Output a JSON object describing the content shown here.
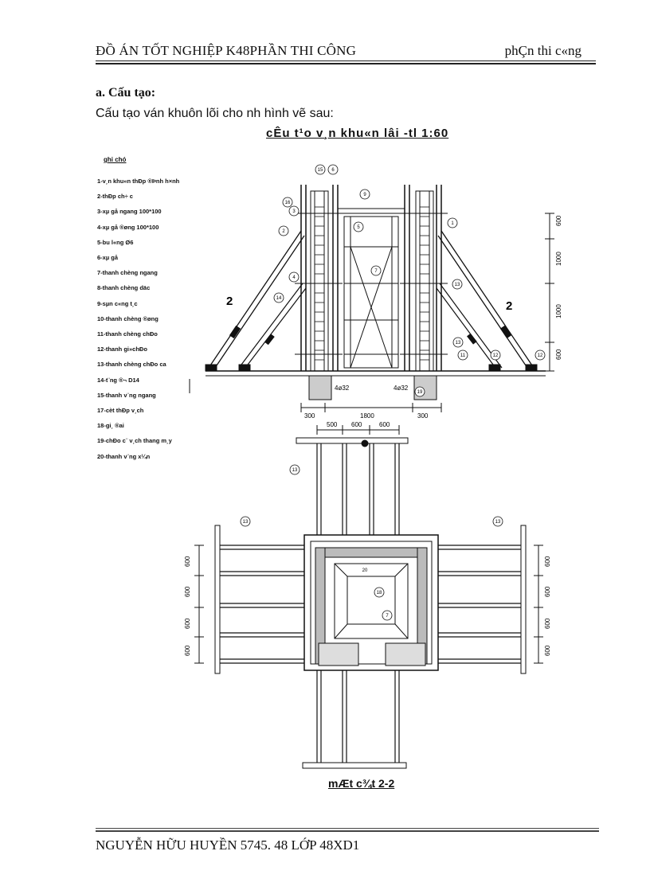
{
  "header": {
    "left": "ĐỒ ÁN TỐT NGHIỆP K48PHẦN THI CÔNG",
    "right": "phÇn thi c«ng"
  },
  "section_heading": "a. Cấu tạo:",
  "intro_text": "Cấu tạo ván khuôn lõi cho nh  hình vẽ sau:",
  "drawing": {
    "title": "cÊu t¹o v¸n khu«n lâi -tl 1:60",
    "legend_heading": "ghi chó",
    "legend": [
      "1-v¸n khu«n thÐp ®Þnh h×nh",
      "2-thÐp ch÷ c",
      "3-xµ gå ngang 100*100",
      "4-xµ gå ®øng 100*100",
      "5-bu l«ng Ø6",
      "6-xµ gå",
      "7-thanh chèng ngang",
      "8-thanh chèng däc",
      "9-sµn c«ng t¸c",
      "10-thanh chèng ®øng",
      "11-thanh chèng chÐo",
      "12-thanh gi»chÐo",
      "13-thanh chèng chÐo ca",
      "14-t¨ng ®¬ D14",
      "15-thanh v¨ng ngang",
      "17-cèt thÐp v¸ch",
      "18-gi¸ ®ai",
      "19-chÐo c¨ v¸ch thang m¸y",
      "20-thanh v¨ng x¼n"
    ],
    "section_marks": [
      "2",
      "2"
    ],
    "elevation_dims": [
      "600",
      "1000",
      "1000",
      "600"
    ],
    "base_dims": [
      "300",
      "1800",
      "300"
    ],
    "bar_notes": [
      "4ø32",
      "4ø32"
    ],
    "plan_top_dims": [
      "500",
      "600",
      "600"
    ],
    "plan_left_dims": [
      "600",
      "600",
      "600",
      "600"
    ],
    "plan_right_dims": [
      "600",
      "600",
      "600",
      "600"
    ],
    "callouts": [
      "15",
      "6",
      "16",
      "3",
      "9",
      "1",
      "2",
      "5",
      "4",
      "7",
      "13",
      "14",
      "13",
      "11",
      "12",
      "12",
      "19",
      "13",
      "13",
      "13",
      "20",
      "18",
      "7"
    ],
    "section_label": "mÆt c¾t 2-2"
  },
  "footer": "NGUYỄN HỮU HUYỀN 5745. 48 LỚP 48XD1"
}
